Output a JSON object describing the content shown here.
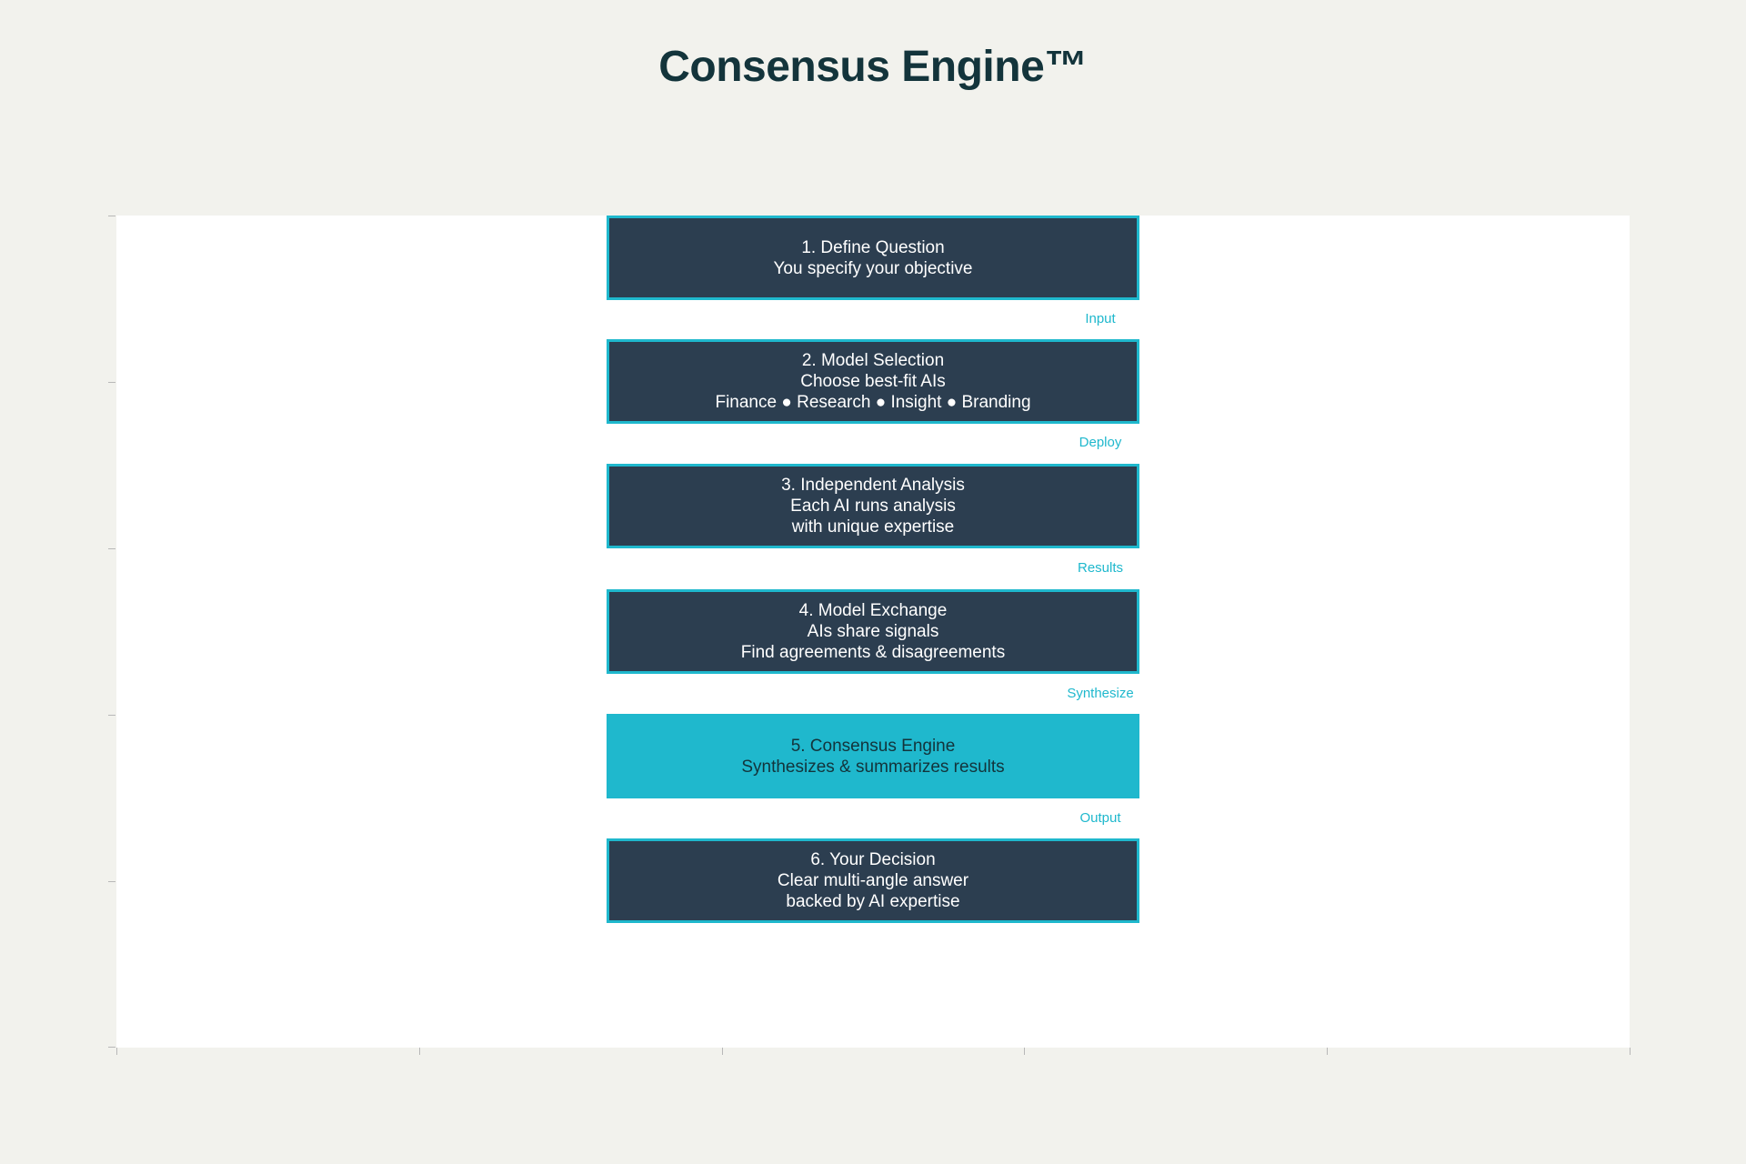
{
  "title": "Consensus Engine™",
  "steps": [
    {
      "lines": [
        "1. Define Question",
        "You specify your objective",
        ""
      ],
      "highlight": false
    },
    {
      "lines": [
        "2. Model Selection",
        "Choose best-fit AIs",
        "Finance ● Research ● Insight ● Branding"
      ],
      "highlight": false
    },
    {
      "lines": [
        "3. Independent Analysis",
        "Each AI runs analysis",
        "with unique expertise"
      ],
      "highlight": false
    },
    {
      "lines": [
        "4. Model Exchange",
        "AIs share signals",
        "Find agreements & disagreements"
      ],
      "highlight": false
    },
    {
      "lines": [
        "5. Consensus Engine",
        "Synthesizes & summarizes results",
        ""
      ],
      "highlight": true
    },
    {
      "lines": [
        "6. Your Decision",
        "Clear multi-angle answer",
        "backed by AI expertise"
      ],
      "highlight": false
    }
  ],
  "connectors": [
    "Input",
    "Deploy",
    "Results",
    "Synthesize",
    "Output"
  ],
  "colors": {
    "background": "#f2f2ed",
    "plot_background": "#ffffff",
    "box_fill": "#2c3e50",
    "accent": "#1fb8cd",
    "title": "#13343b"
  }
}
